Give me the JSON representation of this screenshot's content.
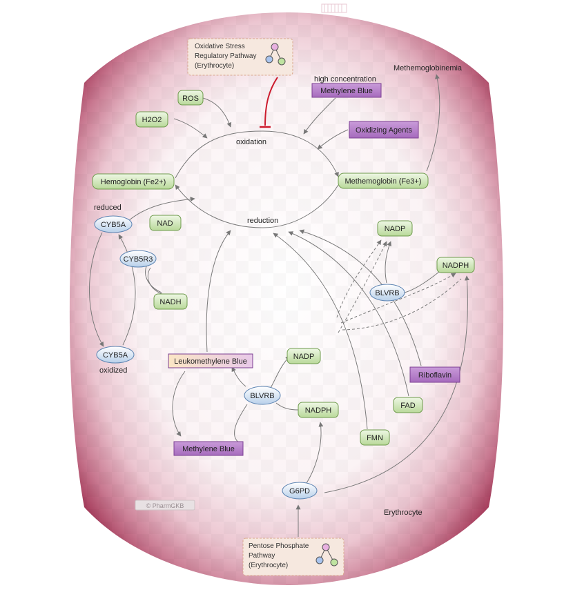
{
  "diagram": {
    "pathway_top": {
      "line1": "Oxidative Stress",
      "line2": "Regulatory Pathway",
      "line3": "(Erythrocyte)"
    },
    "pathway_bottom": {
      "line1": "Pentose Phosphate",
      "line2": "Pathway",
      "line3": "(Erythrocyte)"
    },
    "nodes": {
      "ros": "ROS",
      "h2o2": "H2O2",
      "hemoglobin": "Hemoglobin (Fe2+)",
      "methemoglobin": "Methemoglobin (Fe3+)",
      "methylene_blue_top": "Methylene Blue",
      "oxidizing_agents": "Oxidizing Agents",
      "cyb5a_reduced": "CYB5A",
      "cyb5a_oxidized": "CYB5A",
      "cyb5r3": "CYB5R3",
      "nad": "NAD",
      "nadh": "NADH",
      "nadp_right": "NADP",
      "nadph_right": "NADPH",
      "blvrb_right": "BLVRB",
      "leukomethylene_blue": "Leukomethylene Blue",
      "blvrb_center": "BLVRB",
      "nadp_center": "NADP",
      "nadph_center": "NADPH",
      "methylene_blue_bottom": "Methylene Blue",
      "riboflavin": "Riboflavin",
      "fad": "FAD",
      "fmn": "FMN",
      "g6pd": "G6PD"
    },
    "labels": {
      "oxidation": "oxidation",
      "reduction": "reduction",
      "high_concentration": "high concentration",
      "methemoglobinemia": "Methemoglobinemia",
      "reduced": "reduced",
      "oxidized": "oxidized",
      "erythrocyte": "Erythrocyte",
      "copyright": "© PharmGKB"
    },
    "colors": {
      "green_node": "#c6e2a6",
      "purple_node": "#b07ac4",
      "blue_node": "#cfe0f2",
      "peach_node": "#f6d7a8",
      "cell_rim": "#b3506f"
    }
  }
}
